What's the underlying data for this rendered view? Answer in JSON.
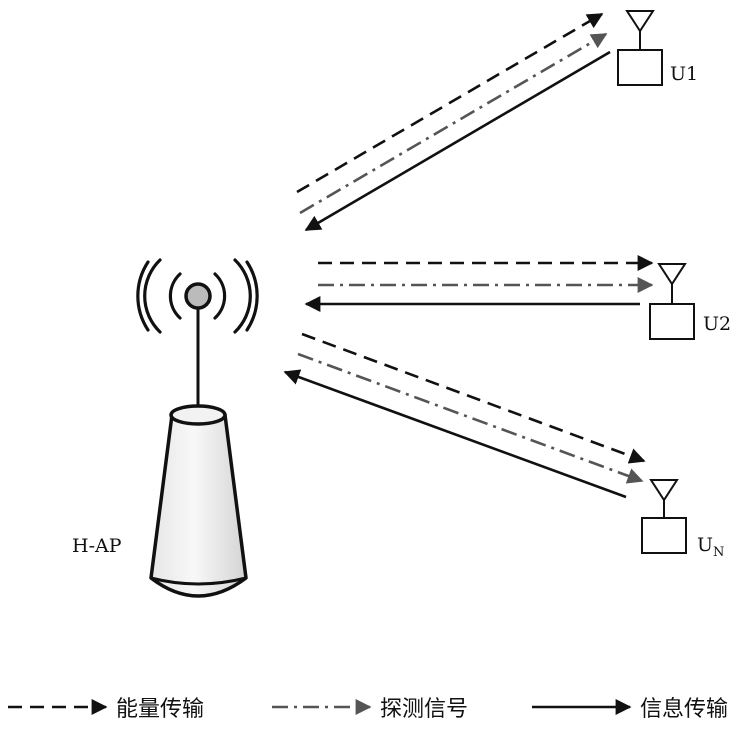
{
  "hap": {
    "label": "H-AP"
  },
  "users": [
    {
      "label": "U1",
      "sub": ""
    },
    {
      "label": "U2",
      "sub": ""
    },
    {
      "label": "U",
      "sub": "N"
    }
  ],
  "legend": {
    "energy": "能量传输",
    "probe": "探测信号",
    "info": "信息传输"
  },
  "colors": {
    "energy": "#111111",
    "probe": "#555555",
    "info": "#111111"
  }
}
